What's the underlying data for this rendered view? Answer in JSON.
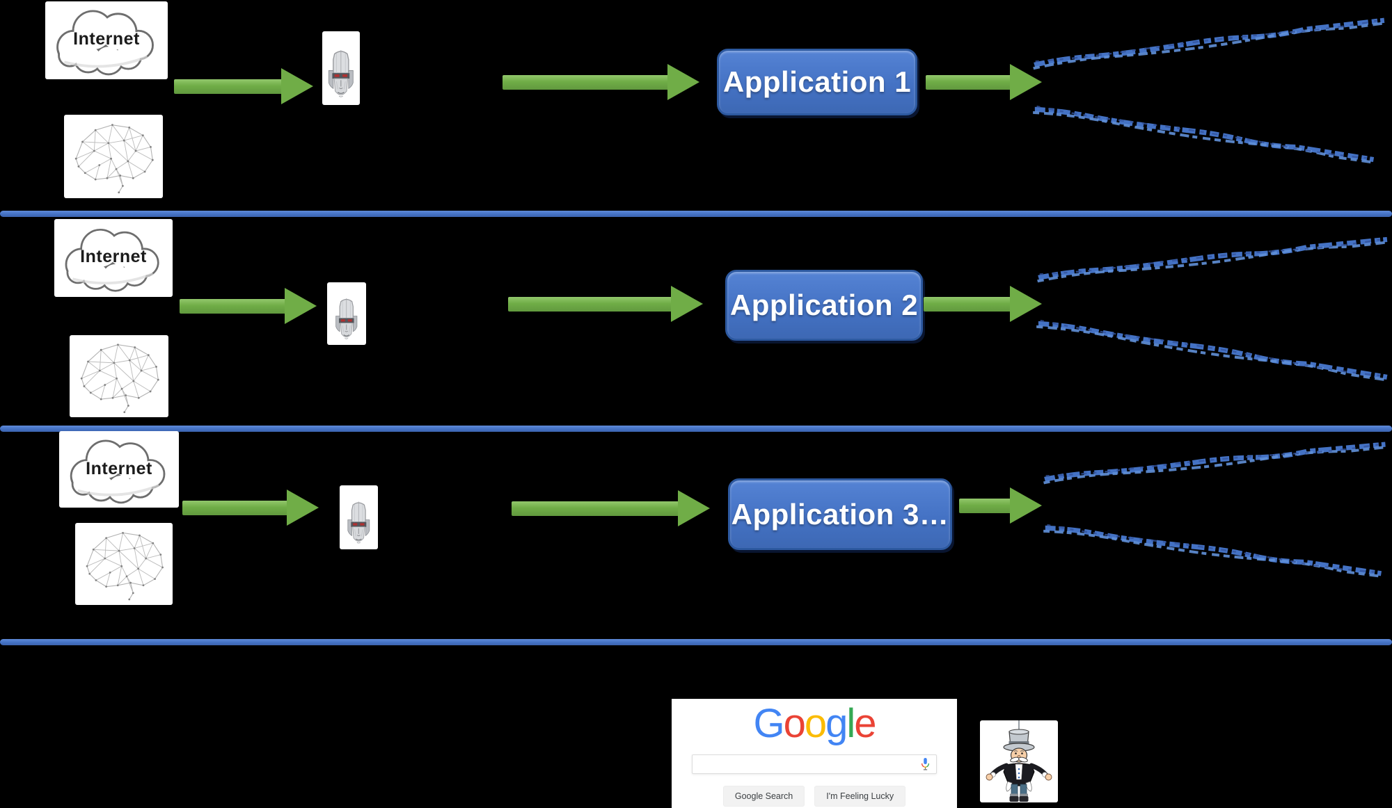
{
  "diagram": {
    "rows": [
      {
        "cloud_label": "Internet",
        "app_label": "Application 1"
      },
      {
        "cloud_label": "Internet",
        "app_label": "Application 2"
      },
      {
        "cloud_label": "Internet",
        "app_label": "Application 3…"
      }
    ],
    "colors": {
      "accent_blue": "#4472C4",
      "app_node_border": "#2D59A0",
      "arrow_green": "#70AD47",
      "scribble_blue": "#4472C4"
    },
    "icons": {
      "internet_cloud": "cloud-shape",
      "ai_brain": "polygon-mesh-brain",
      "megatron_head": "robot-head-with-red-eyes",
      "flow_arrow": "green-block-arrow",
      "signal_scribble": "blue-rough-dashed-line",
      "monopoly_man": "rich-uncle-pennybags-shrugging",
      "google_mic": "multicolor-microphone"
    }
  },
  "google": {
    "logo_letters": [
      {
        "char": "G",
        "color": "#4285F4"
      },
      {
        "char": "o",
        "color": "#EA4335"
      },
      {
        "char": "o",
        "color": "#FBBC05"
      },
      {
        "char": "g",
        "color": "#4285F4"
      },
      {
        "char": "l",
        "color": "#34A853"
      },
      {
        "char": "e",
        "color": "#EA4335"
      }
    ],
    "search_value": "",
    "buttons": {
      "search": "Google Search",
      "lucky": "I'm Feeling Lucky"
    }
  }
}
